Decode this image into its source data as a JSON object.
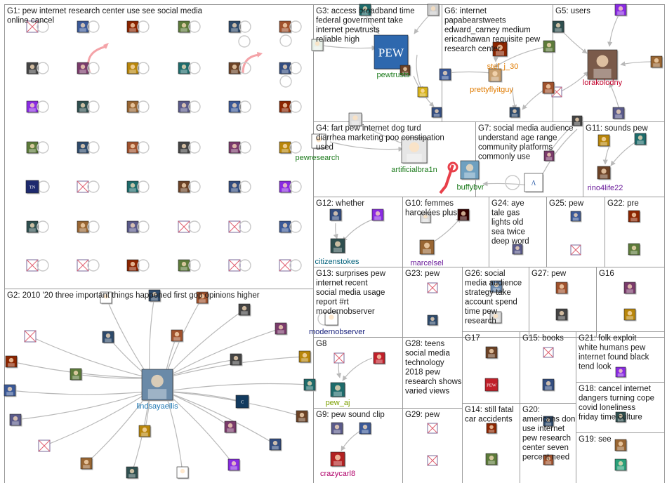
{
  "groups": [
    {
      "id": "G1",
      "title": "G1: pew internet research center use see social media online cancel"
    },
    {
      "id": "G2",
      "title": "G2: 2010 '20 three important things happened first gop opinions higher"
    },
    {
      "id": "G3",
      "title": "G3: access broadband time federal government take internet pewtrusts reliable high"
    },
    {
      "id": "G4",
      "title": "G4: fart pew internet dog turd diarrhea marketing poo constipation used"
    },
    {
      "id": "G5",
      "title": "G5: users"
    },
    {
      "id": "G6",
      "title": "G6: internet papabearstweets edward_carney medium ericadhawan requisite pew research center"
    },
    {
      "id": "G7",
      "title": "G7: social media audience understand age range community platforms commonly use"
    },
    {
      "id": "G8",
      "title": "G8"
    },
    {
      "id": "G9",
      "title": "G9: pew sound clip"
    },
    {
      "id": "G10",
      "title": "G10: femmes harcelées plus"
    },
    {
      "id": "G11",
      "title": "G11: sounds pew"
    },
    {
      "id": "G12",
      "title": "G12: whether"
    },
    {
      "id": "G13",
      "title": "G13: surprises pew internet recent social media usage report #rt modernobserver"
    },
    {
      "id": "G14",
      "title": "G14: still fatal car accidents"
    },
    {
      "id": "G15",
      "title": "G15: books"
    },
    {
      "id": "G16",
      "title": "G16"
    },
    {
      "id": "G17",
      "title": "G17"
    },
    {
      "id": "G18",
      "title": "G18: cancel internet dangers turning cope covid loneliness friday time culture"
    },
    {
      "id": "G19",
      "title": "G19: see"
    },
    {
      "id": "G20",
      "title": "G20: americans don use internet pew research center seven percent need"
    },
    {
      "id": "G21",
      "title": "G21: folk exploit white humans pew internet found black tend look"
    },
    {
      "id": "G22",
      "title": "G22: pre"
    },
    {
      "id": "G23",
      "title": "G23: pew"
    },
    {
      "id": "G24",
      "title": "G24: aye tale gas lights old sea twice deep word"
    },
    {
      "id": "G25",
      "title": "G25: pew"
    },
    {
      "id": "G26",
      "title": "G26: social media audience strategy take account spend time pew research"
    },
    {
      "id": "G27",
      "title": "G27: pew"
    },
    {
      "id": "G28",
      "title": "G28: teens social media technology 2018 pew research shows varied views"
    },
    {
      "id": "G29",
      "title": "G29: pew"
    }
  ],
  "node_labels": [
    {
      "id": "lindsayaellis",
      "text": "lindsayaellis",
      "color": "#1f78b4"
    },
    {
      "id": "pewtrusts",
      "text": "pewtrusts",
      "color": "#1b7a1b"
    },
    {
      "id": "pewresearch",
      "text": "pewresearch",
      "color": "#1b7a1b"
    },
    {
      "id": "artificialbra1n",
      "text": "artificialbra1n",
      "color": "#1b7a1b"
    },
    {
      "id": "buffybvr",
      "text": "buffybvr",
      "color": "#1b7a1b"
    },
    {
      "id": "stef_j_30",
      "text": "stef_j_30",
      "color": "#e07b00"
    },
    {
      "id": "prettyflyitguy",
      "text": "prettyflyitguy",
      "color": "#e07b00"
    },
    {
      "id": "lorakolodny",
      "text": "lorakolodny",
      "color": "#c0002a"
    },
    {
      "id": "rino4life22",
      "text": "rino4life22",
      "color": "#6a1b9a"
    },
    {
      "id": "citizenstokes",
      "text": "citizenstokes",
      "color": "#00607a"
    },
    {
      "id": "marcelsel",
      "text": "marcelsel",
      "color": "#6a1b9a"
    },
    {
      "id": "modernobserver",
      "text": "modernobserver",
      "color": "#1a237e"
    },
    {
      "id": "pew_aj",
      "text": "pew_aj",
      "color": "#7ca000"
    },
    {
      "id": "crazycarl8",
      "text": "crazycarl8",
      "color": "#b0006a"
    }
  ],
  "images": {
    "pew_logo": "PEW",
    "tn_badge": "TN",
    "c_badge": "C",
    "pew_badge": "PEW"
  },
  "colors": {
    "border": "#9a9a9a",
    "edge": "#b9b9b9",
    "loop": "#c9c9c9",
    "highlight_edge": "#f4a3a8",
    "accent_red": "#e8404a"
  }
}
